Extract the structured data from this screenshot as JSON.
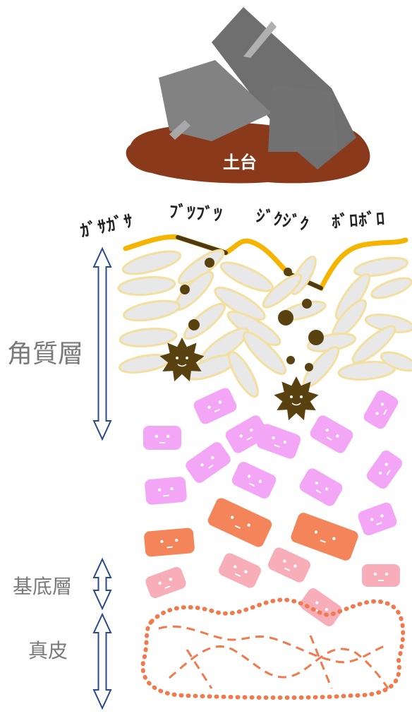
{
  "rock_label": "土台",
  "top_labels": [
    "ｶﾞｻｶﾞｻ",
    "ﾌﾞﾂﾌﾞﾂ",
    "ｼﾞｸｼﾞｸ",
    "ﾎﾞﾛﾎﾞﾛ"
  ],
  "layers": {
    "horny": "角質層",
    "basal": "基底層",
    "dermis": "真皮"
  },
  "colors": {
    "rock_dark": "#6f6f6f",
    "rock_light": "#8a8a8a",
    "soil": "#8a3a1a",
    "surface_line": "#f5b400",
    "damage_line": "#4a3a1a",
    "horny_cell_fill": "#e8e8e8",
    "horny_cell_stroke": "#f3dfa0",
    "spiky_particle": "#5a4210",
    "pink_cell": "#f3a6f5",
    "orange_cell": "#f4855a",
    "light_pink_cell": "#f7aeb8",
    "dermis_dots": "#f07a4e",
    "arrow": "#2a4a8a"
  }
}
